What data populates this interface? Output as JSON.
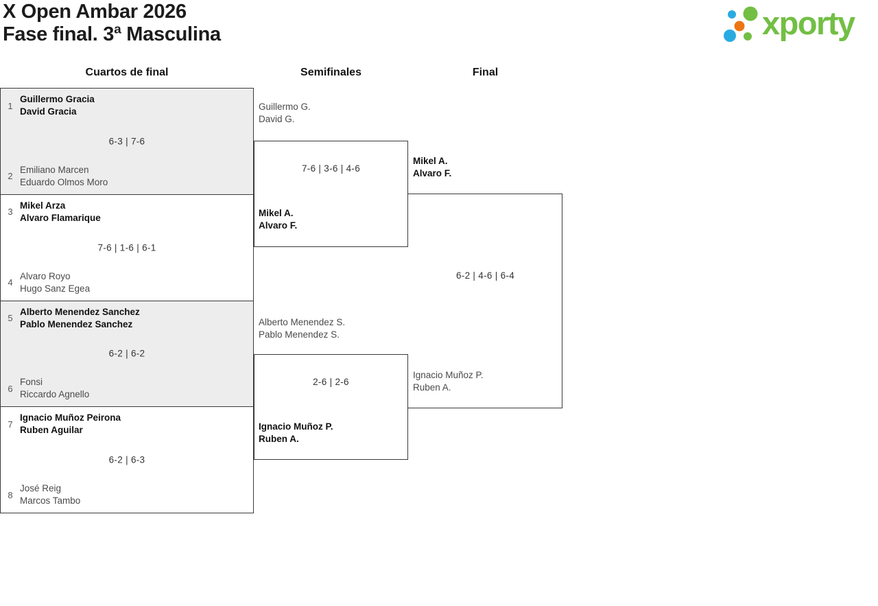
{
  "header": {
    "title_line1": "X Open Ambar 2026",
    "title_line2": "Fase final. 3ª Masculina",
    "logo_text": "xporty"
  },
  "columns": [
    {
      "label": "Cuartos de final"
    },
    {
      "label": "Semifinales"
    },
    {
      "label": "Final"
    }
  ],
  "colors": {
    "logo_green": "#72bf44",
    "logo_blue": "#29abe2",
    "logo_orange": "#ec7612",
    "match_alt_bg": "#ededed",
    "border": "#3a3a3a",
    "winner_text": "#111111",
    "loser_text": "#4a4a4a"
  },
  "quarterfinals": [
    {
      "seed_top": "1",
      "team_top": [
        "Guillermo Gracia",
        "David Gracia"
      ],
      "score": "6-3 | 7-6",
      "seed_bottom": "2",
      "team_bottom": [
        "Emiliano Marcen",
        "Eduardo Olmos Moro"
      ],
      "winner": "top"
    },
    {
      "seed_top": "3",
      "team_top": [
        "Mikel Arza",
        "Alvaro Flamarique"
      ],
      "score": "7-6 | 1-6 | 6-1",
      "seed_bottom": "4",
      "team_bottom": [
        "Alvaro Royo",
        "Hugo Sanz Egea"
      ],
      "winner": "top"
    },
    {
      "seed_top": "5",
      "team_top": [
        "Alberto Menendez Sanchez",
        "Pablo Menendez Sanchez"
      ],
      "score": "6-2 | 6-2",
      "seed_bottom": "6",
      "team_bottom": [
        "Fonsi",
        "Riccardo Agnello"
      ],
      "winner": "top"
    },
    {
      "seed_top": "7",
      "team_top": [
        "Ignacio Muñoz Peirona",
        "Ruben Aguilar"
      ],
      "score": "6-2 | 6-3",
      "seed_bottom": "8",
      "team_bottom": [
        "José Reig",
        "Marcos Tambo"
      ],
      "winner": "top"
    }
  ],
  "semifinals": [
    {
      "team_top": [
        "Guillermo G.",
        "David G."
      ],
      "score": "7-6 | 3-6 | 4-6",
      "team_bottom": [
        "Mikel A.",
        "Alvaro F."
      ],
      "winner": "bottom"
    },
    {
      "team_top": [
        "Alberto Menendez S.",
        "Pablo Menendez S."
      ],
      "score": "2-6 | 2-6",
      "team_bottom": [
        "Ignacio Muñoz P.",
        "Ruben A."
      ],
      "winner": "bottom"
    }
  ],
  "final": {
    "team_top": [
      "Mikel A.",
      "Alvaro F."
    ],
    "score": "6-2 | 4-6 | 6-4",
    "team_bottom": [
      "Ignacio Muñoz P.",
      "Ruben A."
    ],
    "winner": "top"
  }
}
